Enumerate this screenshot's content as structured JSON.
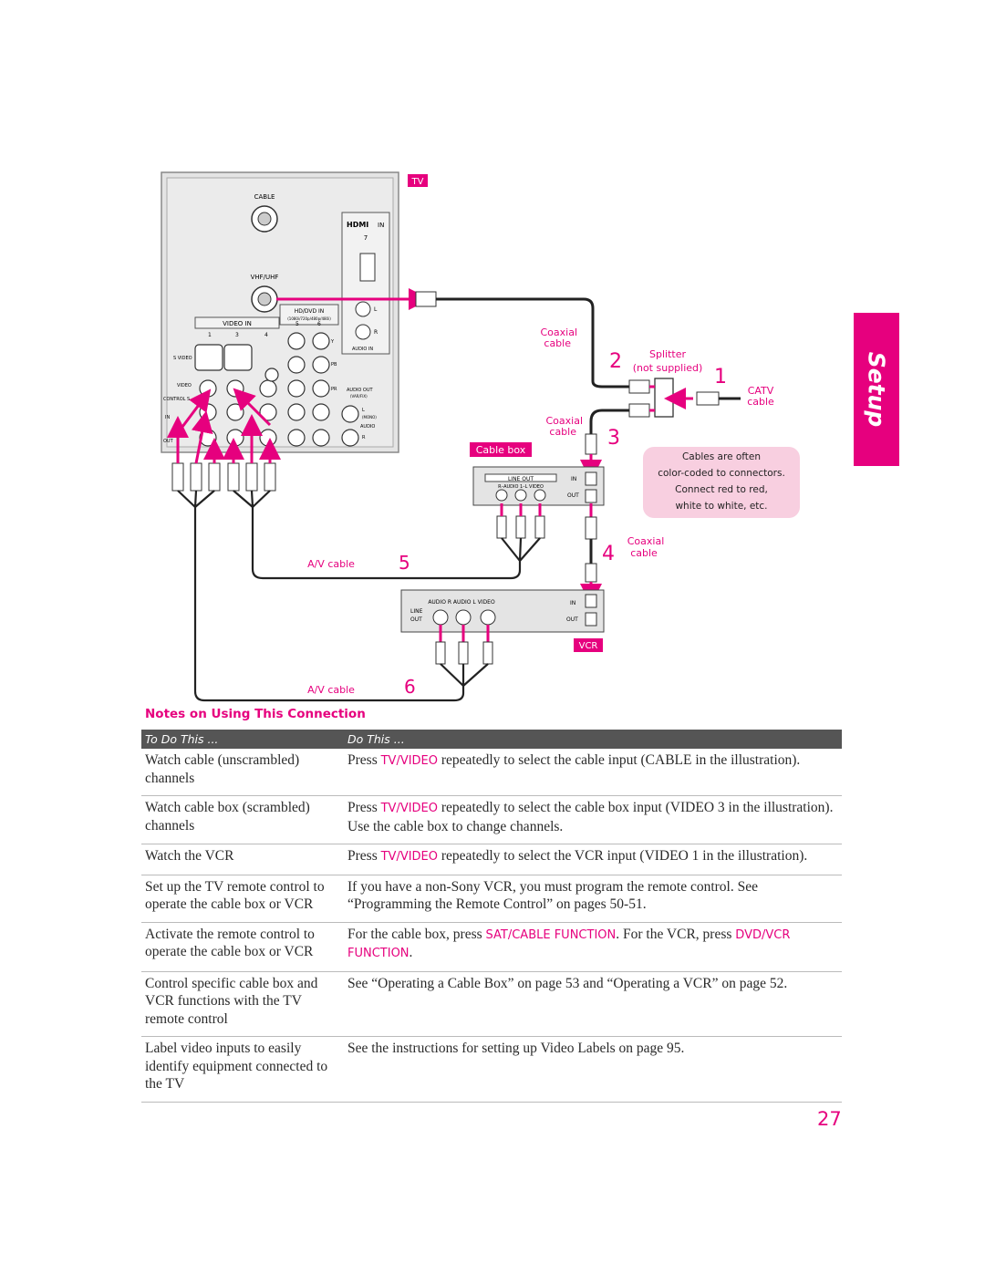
{
  "diagram": {
    "tv_label": "TV",
    "tv_panel": {
      "cable": "CABLE",
      "vhf_uhf": "VHF/UHF",
      "hdmi": "HDMI",
      "hdmi_in": "IN",
      "hdmi_number": "7",
      "hd_dvd_in": "HD/DVD IN",
      "hd_dvd_formats": "(1080i/720p/480p/480i)",
      "video_in": "VIDEO IN",
      "input_1": "1",
      "input_3": "3",
      "input_4": "4",
      "input_5": "5",
      "input_6": "6",
      "s_video": "S VIDEO",
      "video": "VIDEO",
      "control_s": "CONTROL S",
      "in": "IN",
      "out": "OUT",
      "audio_in": "AUDIO IN",
      "audio_out": "AUDIO OUT",
      "var_fix": "(VAR/FIX)",
      "audio": "AUDIO",
      "mono": "(MONO)",
      "l": "L",
      "r": "R",
      "y": "Y",
      "pb": "PB",
      "pr": "PR"
    },
    "labels": {
      "coaxial_cable_1": [
        "Coaxial",
        "cable"
      ],
      "step_2": "2",
      "splitter": [
        "Splitter",
        "(not supplied)"
      ],
      "step_1": "1",
      "catv": [
        "CATV",
        "cable"
      ],
      "coaxial_cable_2": [
        "Coaxial",
        "cable"
      ],
      "step_3": "3",
      "cable_box": "Cable box",
      "cables_note": [
        "Cables are often",
        "color-coded to connectors.",
        "Connect red to red,",
        "white to white, etc."
      ],
      "coaxial_cable_3": [
        "Coaxial",
        "cable"
      ],
      "step_4": "4",
      "av_cable_1": "A/V cable",
      "step_5": "5",
      "av_cable_2": "A/V cable",
      "step_6": "6",
      "vcr": "VCR"
    },
    "cable_box": {
      "line_out": "LINE OUT",
      "audio_row": "R–AUDIO 1–L   VIDEO",
      "in": "IN",
      "out": "OUT"
    },
    "vcr": {
      "header": "AUDIO R  AUDIO L  VIDEO",
      "line": "LINE",
      "out": "OUT",
      "in": "IN",
      "out2": "OUT"
    },
    "colors": {
      "accent": "#e6007e",
      "note_bg": "#f8cfe0",
      "panel": "#e4e4e4"
    }
  },
  "sidebar_tab": "Setup",
  "notes": {
    "title": "Notes on Using This Connection",
    "col1": "To Do This ...",
    "col2": "Do This ...",
    "rows": [
      {
        "todo": "Watch cable (unscrambled) channels",
        "pre": "Press ",
        "hl": "TV/VIDEO",
        "post": " repeatedly to select the cable input (CABLE in the illustration).",
        "hl2": "",
        "post2": ""
      },
      {
        "todo": "Watch cable box (scrambled) channels",
        "pre": "Press ",
        "hl": "TV/VIDEO",
        "post": " repeatedly to select the cable box input (VIDEO 3 in the illustration). Use the cable box to change channels.",
        "hl2": "",
        "post2": ""
      },
      {
        "todo": "Watch the VCR",
        "pre": "Press ",
        "hl": "TV/VIDEO",
        "post": " repeatedly to select the VCR input (VIDEO 1 in the illustration).",
        "hl2": "",
        "post2": ""
      },
      {
        "todo": "Set up the TV remote control to operate the cable box or VCR",
        "pre": "If you have a non-Sony VCR, you must program the remote control. See “Programming the Remote Control” on pages 50-51.",
        "hl": "",
        "post": "",
        "hl2": "",
        "post2": ""
      },
      {
        "todo": "Activate the remote control to operate the cable box or VCR",
        "pre": "For the cable box, press ",
        "hl": "SAT/CABLE FUNCTION",
        "post": ". For the VCR, press ",
        "hl2": "DVD/VCR FUNCTION",
        "post2": "."
      },
      {
        "todo": "Control specific cable box and VCR functions with the TV remote control",
        "pre": "See “Operating a Cable Box” on page 53 and “Operating a VCR” on page 52.",
        "hl": "",
        "post": "",
        "hl2": "",
        "post2": ""
      },
      {
        "todo": "Label video inputs to easily identify equipment connected to the TV",
        "pre": "See the instructions for setting up Video Labels on page 95.",
        "hl": "",
        "post": "",
        "hl2": "",
        "post2": ""
      }
    ]
  },
  "page_number": "27"
}
